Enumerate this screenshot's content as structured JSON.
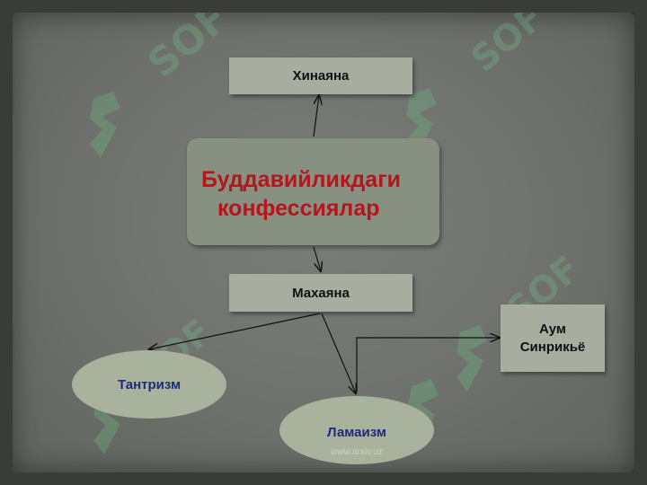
{
  "diagram": {
    "center": {
      "line1": "Буддавийликдаги",
      "line2": "конфессиялар"
    },
    "nodes": {
      "hinayana": "Хинаяна",
      "mahayana": "Махаяна",
      "aum": {
        "line1": "Аум",
        "line2": "Синрикьё"
      },
      "tantrism": "Тантризм",
      "lamaism": "Ламаизм"
    }
  },
  "watermark": {
    "text": "SOF",
    "url": "www.arxiv.uz"
  },
  "colors": {
    "center_text": "#b4161b",
    "ellipse_text": "#1d2b7a",
    "box_fill": "#a7aea0",
    "ellipse_fill": "#a9b29c",
    "center_fill": "#879081"
  }
}
